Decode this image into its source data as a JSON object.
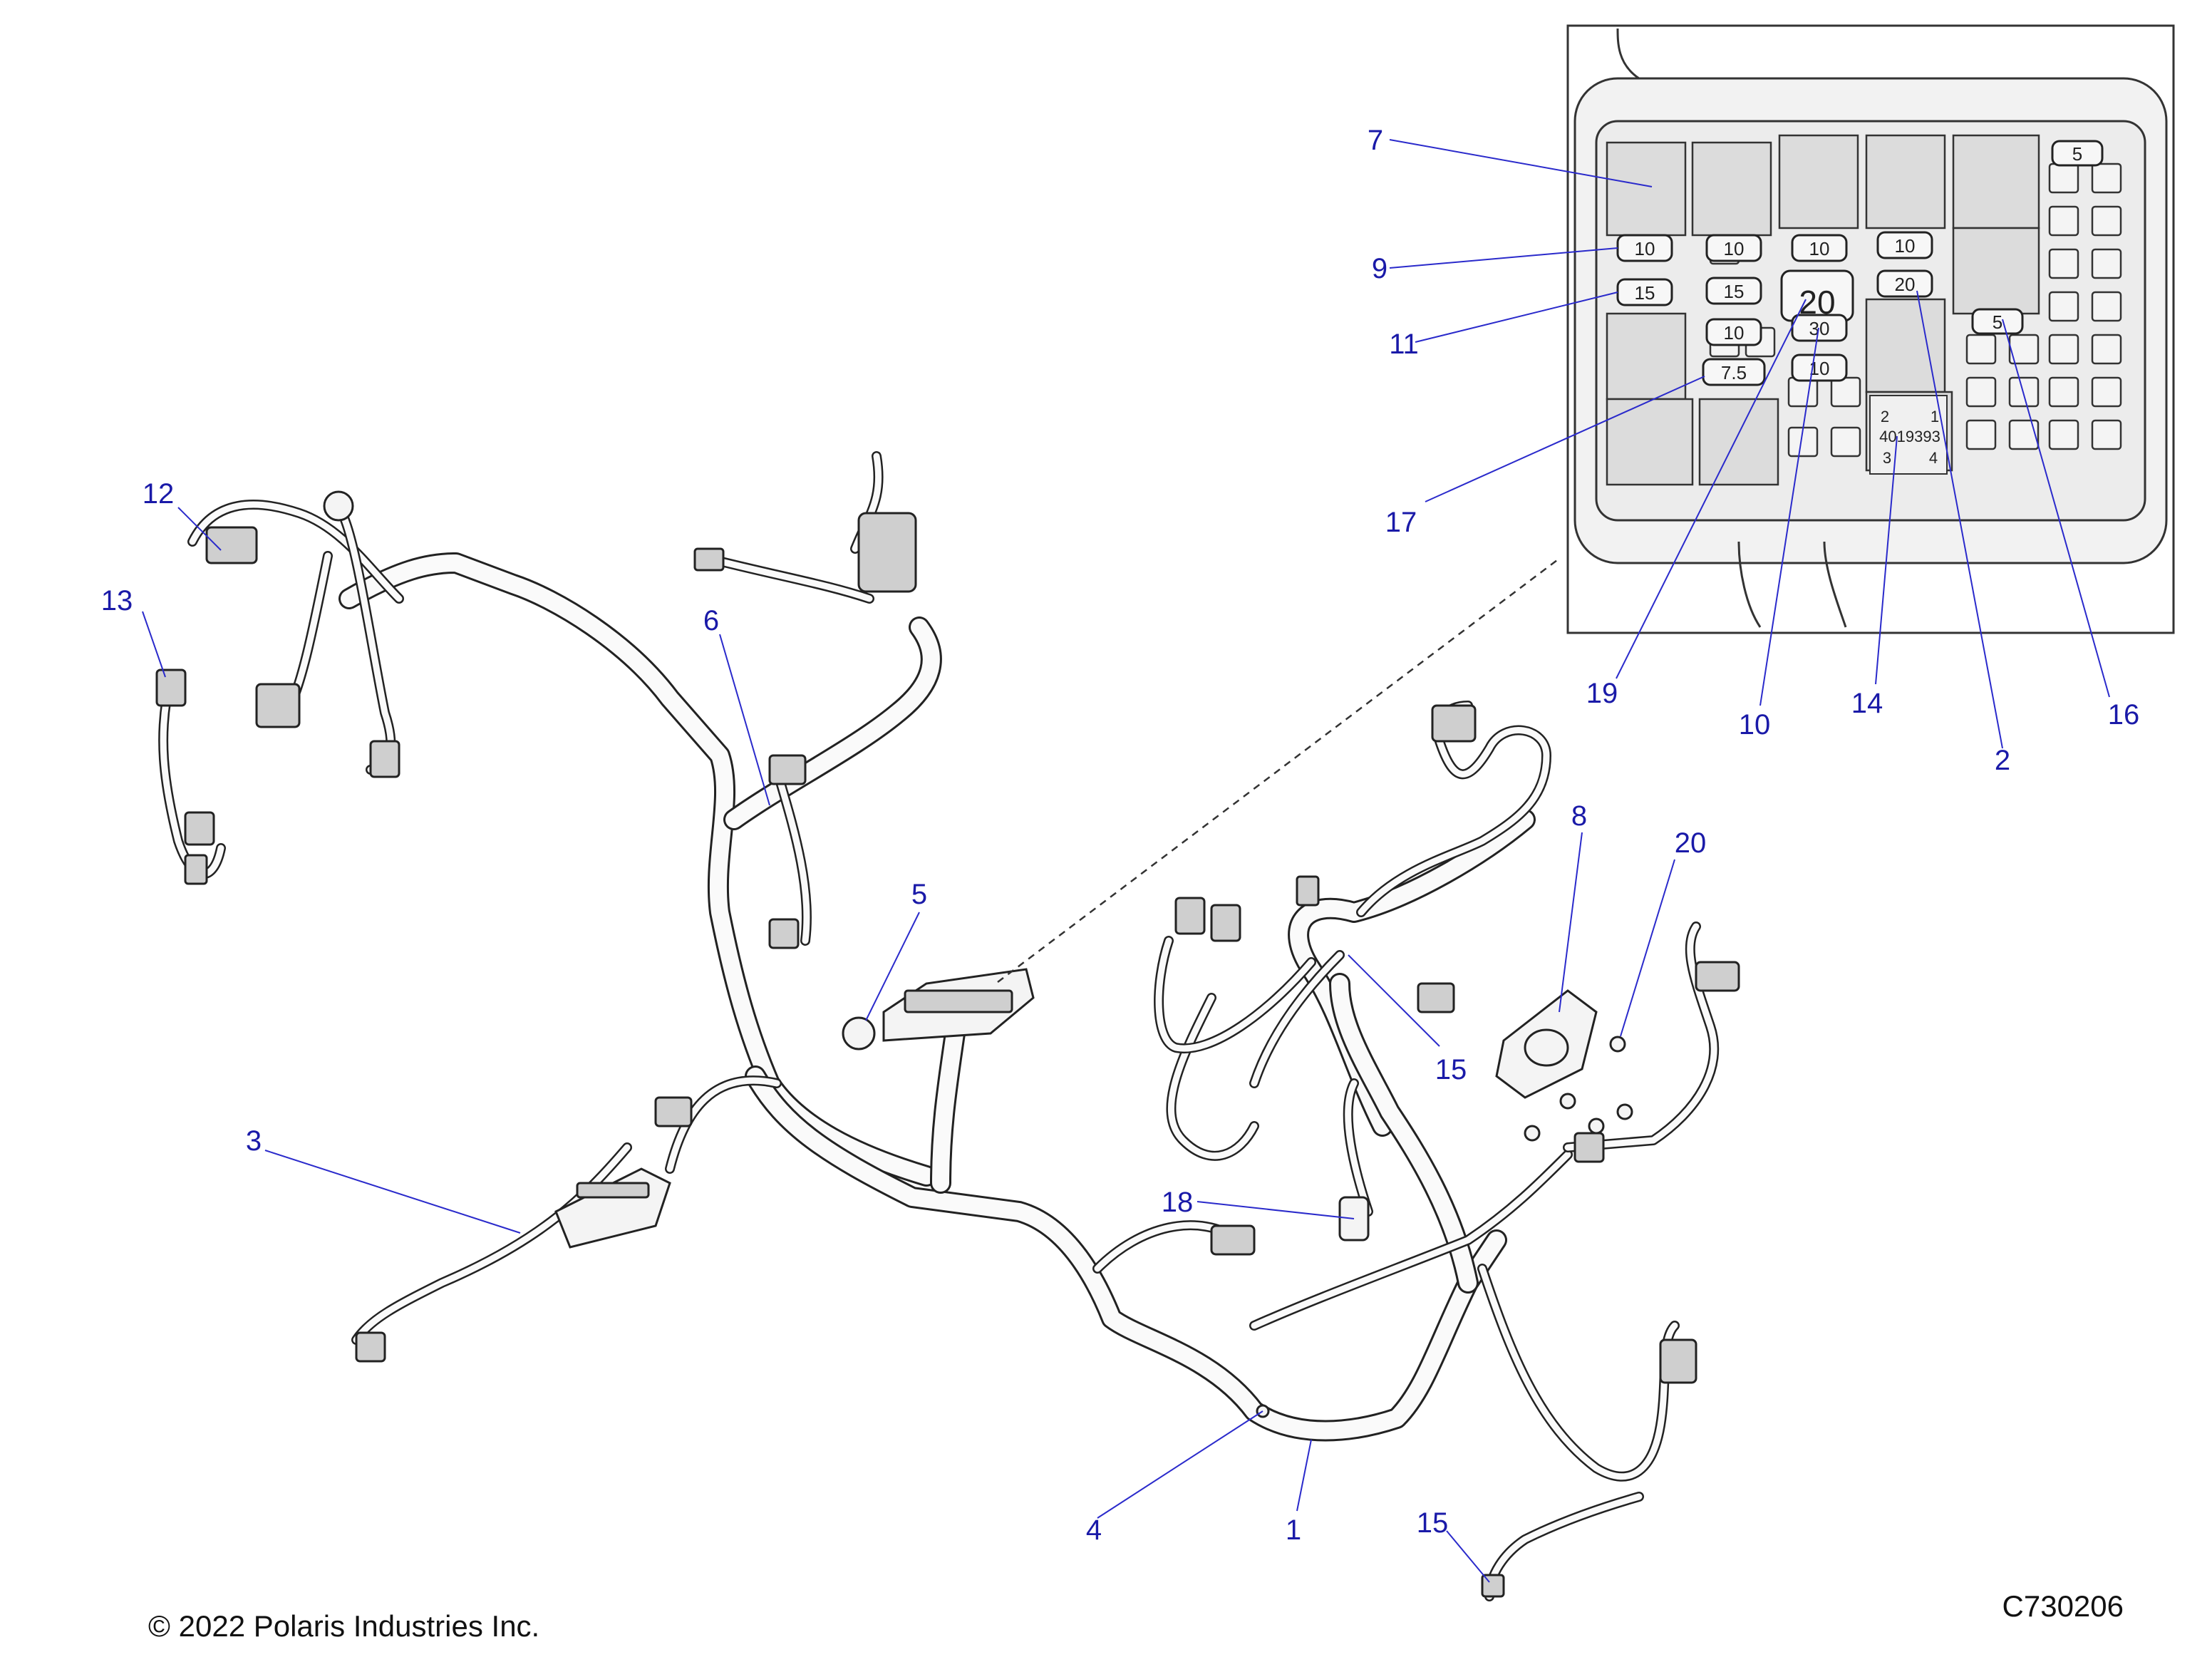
{
  "copyright": "© 2022 Polaris Industries Inc.",
  "drawing_number": "C730206",
  "callouts": {
    "c1": "1",
    "c2": "2",
    "c3": "3",
    "c4": "4",
    "c5": "5",
    "c6": "6",
    "c7": "7",
    "c8": "8",
    "c9": "9",
    "c10": "10",
    "c11": "11",
    "c12": "12",
    "c13": "13",
    "c14": "14",
    "c15a": "15",
    "c15b": "15",
    "c16": "16",
    "c17": "17",
    "c18": "18",
    "c19": "19",
    "c20": "20"
  },
  "fuse_box": {
    "fuses": {
      "f_col1_a": "10",
      "f_col1_b": "15",
      "f_col2_a": "10",
      "f_col2_b": "15",
      "f_col2_c": "10",
      "f_col2_d": "7.5",
      "f_col3_a": "10",
      "f_col3_big": "20",
      "f_col3_b": "30",
      "f_col3_c": "10",
      "f_col4_a": "10",
      "f_col4_b": "20",
      "f_col5_a": "5",
      "f_col6_a": "5"
    },
    "relay_label": {
      "pin1": "1",
      "pin2": "2",
      "pin3": "3",
      "pin4": "4",
      "part_number": "4019393"
    }
  }
}
